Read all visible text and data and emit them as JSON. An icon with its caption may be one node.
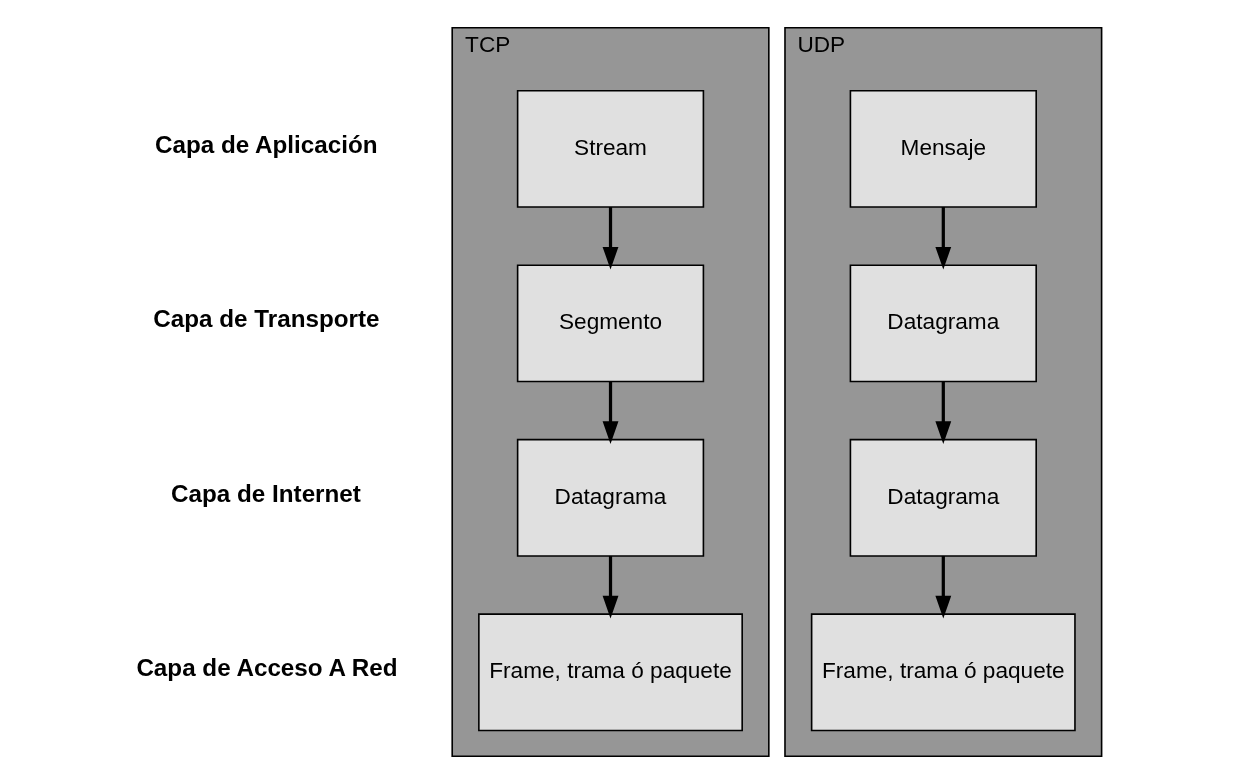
{
  "diagram": {
    "nodes": [
      {
        "text": [
          "TCP"
        ]
      },
      {
        "text": [
          "Stream"
        ],
        "in": 0
      },
      {
        "text": [
          "Segmento"
        ],
        "in": 0
      },
      {
        "text": [
          "Datagrama"
        ],
        "in": 0
      },
      {
        "text": [
          "Frame, trama ó paquete"
        ],
        "in": 0
      },
      {
        "text": [
          "UDP"
        ]
      },
      {
        "text": [
          "Mensaje"
        ],
        "in": 5
      },
      {
        "text": [
          "Datagrama"
        ],
        "in": 5
      },
      {
        "text": [
          "Datagrama"
        ],
        "in": 5
      },
      {
        "text": [
          "Frame, trama ó paquete"
        ],
        "in": 5
      }
    ],
    "edges": [
      {
        "from": 1,
        "to": 2,
        "arrow": "to"
      },
      {
        "from": 2,
        "to": 3,
        "arrow": "to"
      },
      {
        "from": 3,
        "to": 4,
        "arrow": "to"
      },
      {
        "from": 6,
        "to": 7,
        "arrow": "to"
      },
      {
        "from": 7,
        "to": 8,
        "arrow": "to"
      },
      {
        "from": 8,
        "to": 9,
        "arrow": "to"
      }
    ],
    "labels": [
      "Capa de Aplicación",
      "Capa de Transporte",
      "Capa de Internet",
      "Capa de Acceso A Red"
    ]
  }
}
